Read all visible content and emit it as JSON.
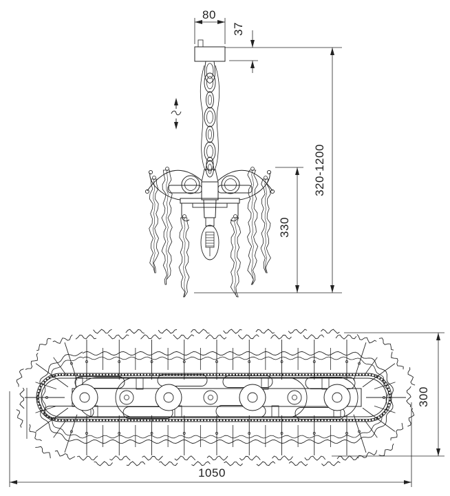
{
  "page": {
    "background": "#ffffff",
    "line_color": "#222222"
  },
  "front_view": {
    "dim_canopy_width": "80",
    "dim_canopy_height": "37",
    "dim_hanging_height_range": "320-1200",
    "dim_fixture_height": "330"
  },
  "plan_view": {
    "dim_length": "1050",
    "dim_width": "300"
  }
}
